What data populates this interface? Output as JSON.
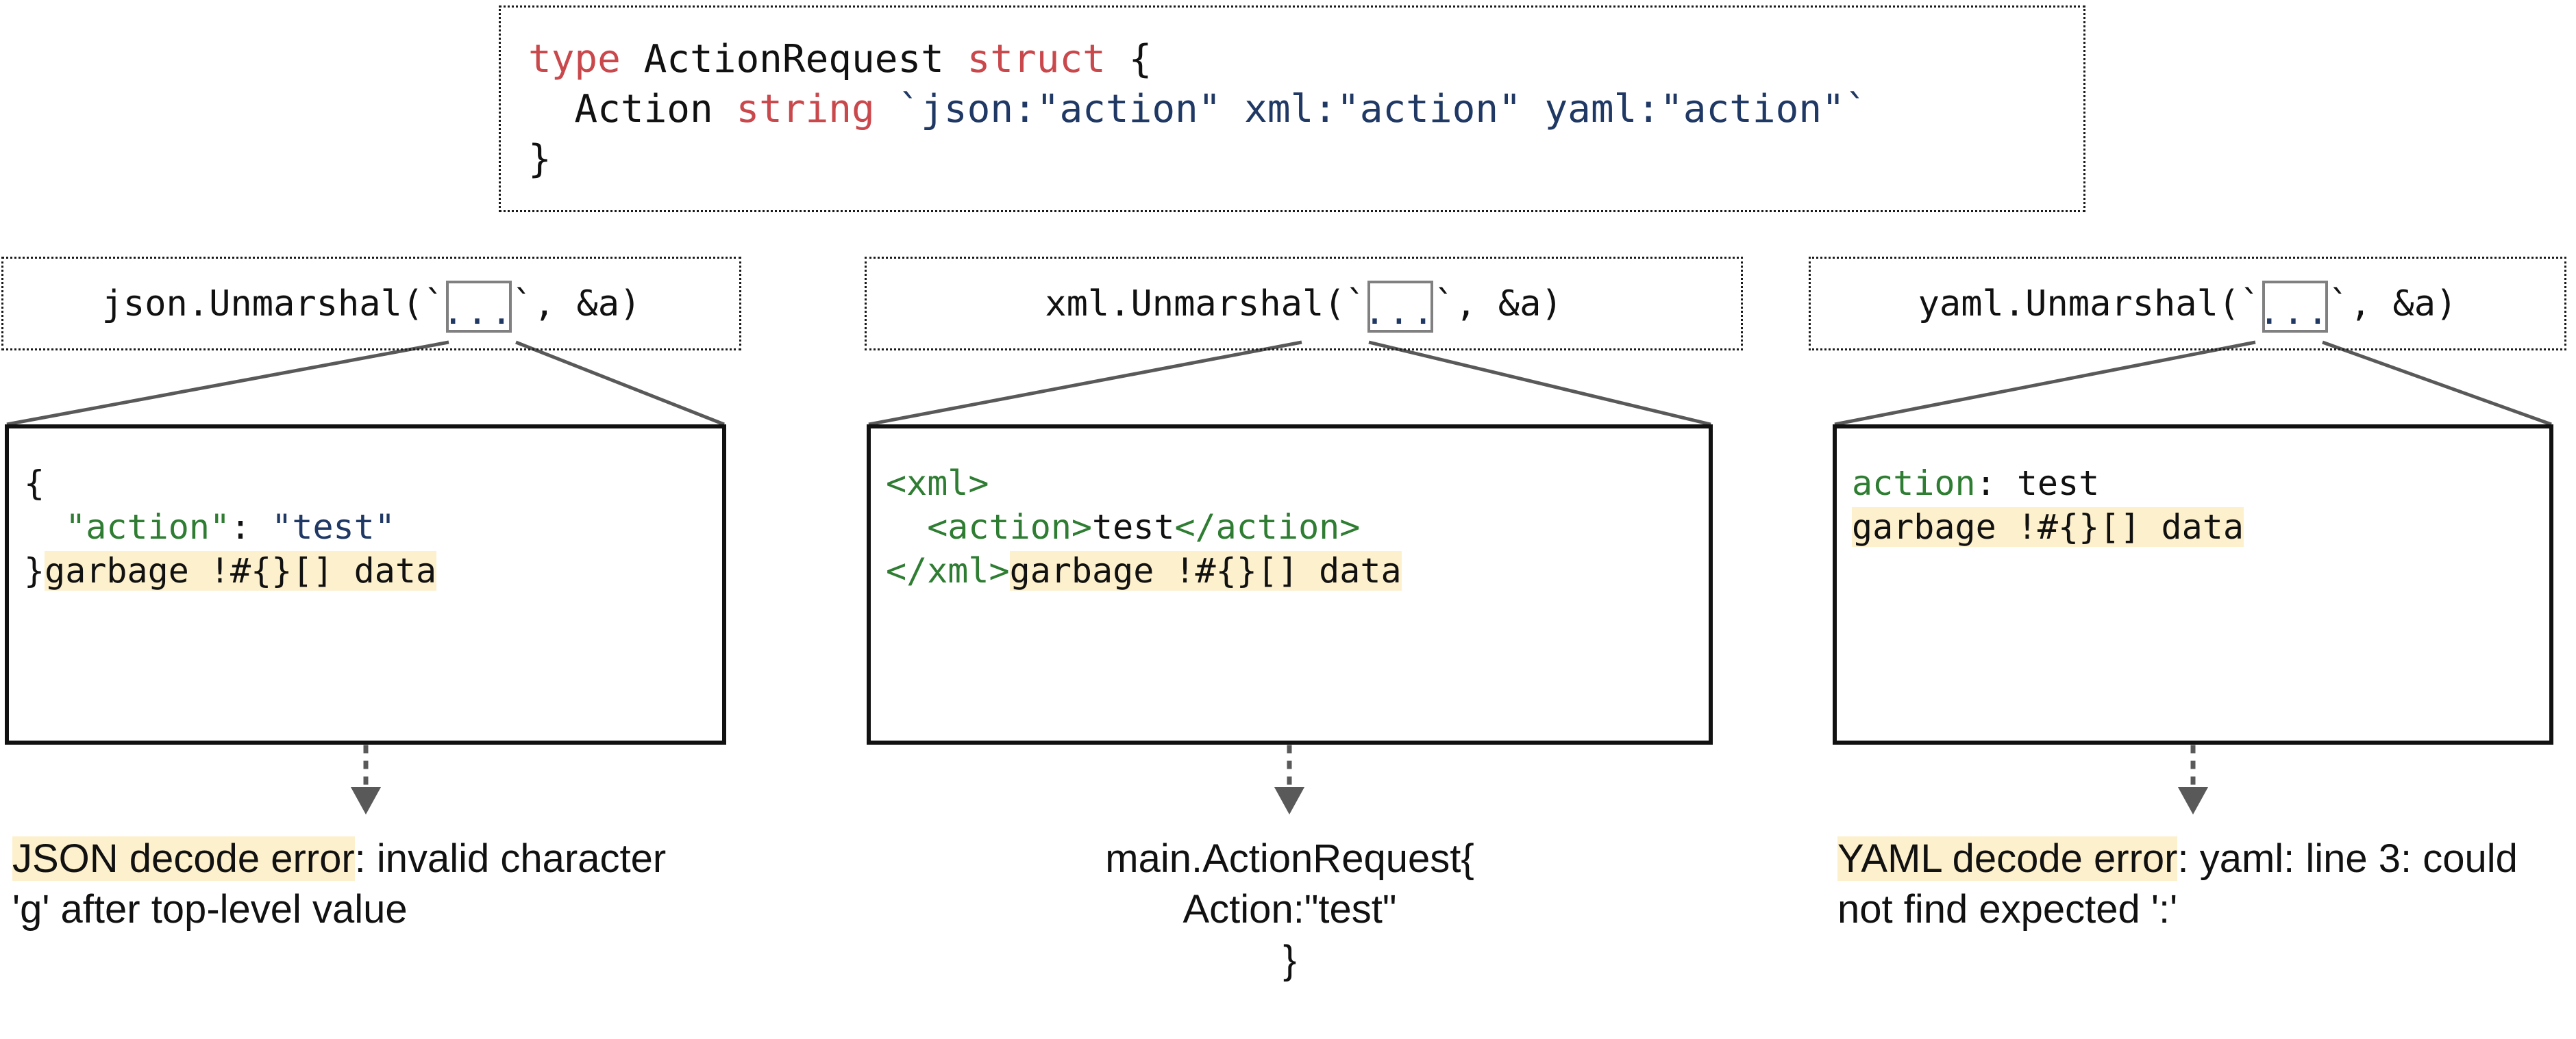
{
  "struct": {
    "lines": [
      {
        "id": "l1",
        "segments": [
          {
            "text": "type ",
            "style": "kw"
          },
          {
            "text": "ActionRequest ",
            "style": "plain"
          },
          {
            "text": "struct ",
            "style": "kw"
          },
          {
            "text": "{",
            "style": "plain"
          }
        ]
      },
      {
        "id": "l2",
        "segments": [
          {
            "text": "  Action ",
            "style": "plain"
          },
          {
            "text": "string ",
            "style": "kw"
          },
          {
            "text": "`json:\"action\" xml:\"action\" yaml:\"action\"`",
            "style": "tag-str"
          }
        ]
      },
      {
        "id": "l3",
        "segments": [
          {
            "text": "}",
            "style": "plain"
          }
        ]
      }
    ],
    "plain_text": "type ActionRequest struct {\n  Action string `json:\"action\" xml:\"action\" yaml:\"action\"`\n}"
  },
  "columns": [
    {
      "key": "json",
      "call_prefix": "json.Unmarshal(`",
      "call_ellipsis": "...",
      "call_suffix": "`, &a)",
      "payload_lines": [
        {
          "segments": [
            {
              "text": "{",
              "style": "plain",
              "highlight": false
            }
          ]
        },
        {
          "segments": [
            {
              "text": "  \"action\"",
              "style": "green",
              "highlight": false
            },
            {
              "text": ": ",
              "style": "plain",
              "highlight": false
            },
            {
              "text": "\"test\"",
              "style": "navy",
              "highlight": false
            }
          ]
        },
        {
          "segments": [
            {
              "text": "}",
              "style": "plain",
              "highlight": false
            },
            {
              "text": "garbage !#{}[] data",
              "style": "plain",
              "highlight": true
            }
          ]
        }
      ],
      "result_lines": [
        {
          "segments": [
            {
              "text": "JSON decode error",
              "highlight": true
            },
            {
              "text": ": invalid character 'g' after top-level value",
              "highlight": false
            }
          ]
        }
      ],
      "result_align": "left"
    },
    {
      "key": "xml",
      "call_prefix": "xml.Unmarshal(`",
      "call_ellipsis": "...",
      "call_suffix": "`, &a)",
      "payload_lines": [
        {
          "segments": [
            {
              "text": "<xml>",
              "style": "green",
              "highlight": false
            }
          ]
        },
        {
          "segments": [
            {
              "text": "  <action>",
              "style": "green",
              "highlight": false
            },
            {
              "text": "test",
              "style": "plain",
              "highlight": false
            },
            {
              "text": "</action>",
              "style": "green",
              "highlight": false
            }
          ]
        },
        {
          "segments": [
            {
              "text": "</xml>",
              "style": "green",
              "highlight": false
            },
            {
              "text": "garbage !#{}[] data",
              "style": "plain",
              "highlight": true
            }
          ]
        }
      ],
      "result_lines": [
        {
          "segments": [
            {
              "text": "main.ActionRequest{",
              "highlight": false
            }
          ]
        },
        {
          "segments": [
            {
              "text": "Action:\"test\"",
              "highlight": false
            }
          ]
        },
        {
          "segments": [
            {
              "text": "}",
              "highlight": false
            }
          ]
        }
      ],
      "result_align": "center"
    },
    {
      "key": "yaml",
      "call_prefix": "yaml.Unmarshal(`",
      "call_ellipsis": "...",
      "call_suffix": "`, &a)",
      "payload_lines": [
        {
          "segments": [
            {
              "text": "action",
              "style": "green",
              "highlight": false
            },
            {
              "text": ": test",
              "style": "plain",
              "highlight": false
            }
          ]
        },
        {
          "segments": [
            {
              "text": "garbage !#{}[] data",
              "style": "plain",
              "highlight": true
            }
          ]
        }
      ],
      "result_lines": [
        {
          "segments": [
            {
              "text": "YAML decode error",
              "highlight": true
            },
            {
              "text": ": yaml: line 3: could not find expected ':'",
              "highlight": false
            }
          ]
        }
      ],
      "result_align": "left"
    }
  ],
  "colors": {
    "keyword_red": "#c9484c",
    "tag_navy": "#1F3864",
    "green": "#2e7d32",
    "highlight_yellow": "#fdf0cd",
    "box_border": "#111111",
    "connector_gray": "#595959",
    "ellipsis_border": "#808080"
  }
}
